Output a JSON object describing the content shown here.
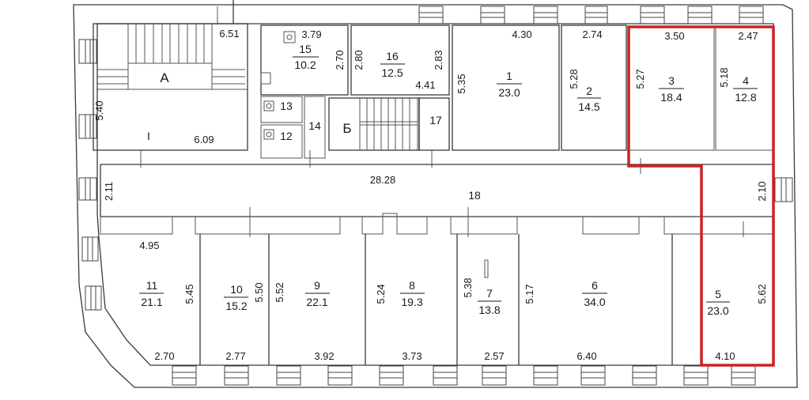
{
  "plan": {
    "highlight_color": "#cc2222",
    "wall_color": "#3a3a3a",
    "rooms": [
      {
        "id": "1",
        "number": "1",
        "area": "23.0",
        "dims": [
          "4.30",
          "5.35"
        ]
      },
      {
        "id": "2",
        "number": "2",
        "area": "14.5",
        "dims": [
          "2.74",
          "5.28"
        ]
      },
      {
        "id": "3",
        "number": "3",
        "area": "18.4",
        "dims": [
          "3.50",
          "5.27"
        ],
        "highlighted": true
      },
      {
        "id": "4",
        "number": "4",
        "area": "12.8",
        "dims": [
          "2.47",
          "5.18"
        ],
        "highlighted": true
      },
      {
        "id": "5",
        "number": "5",
        "area": "23.0",
        "dims": [
          "4.10",
          "5.62"
        ],
        "highlighted": true
      },
      {
        "id": "6",
        "number": "6",
        "area": "34.0",
        "dims": [
          "6.40",
          "5.17"
        ]
      },
      {
        "id": "7",
        "number": "7",
        "area": "13.8",
        "dims": [
          "2.57",
          "5.38"
        ]
      },
      {
        "id": "8",
        "number": "8",
        "area": "19.3",
        "dims": [
          "3.73",
          "5.24"
        ]
      },
      {
        "id": "9",
        "number": "9",
        "area": "22.1",
        "dims": [
          "3.92",
          "5.52"
        ]
      },
      {
        "id": "10",
        "number": "10",
        "area": "15.2",
        "dims": [
          "2.77",
          "5.50"
        ]
      },
      {
        "id": "11",
        "number": "11",
        "area": "21.1",
        "dims": [
          "4.95",
          "2.70",
          "5.45"
        ]
      },
      {
        "id": "12",
        "number": "12"
      },
      {
        "id": "13",
        "number": "13"
      },
      {
        "id": "14",
        "number": "14"
      },
      {
        "id": "15",
        "number": "15",
        "area": "10.2",
        "dims": [
          "3.79",
          "2.70"
        ]
      },
      {
        "id": "16",
        "number": "16",
        "area": "12.5",
        "dims": [
          "2.80",
          "2.83",
          "4.41"
        ]
      },
      {
        "id": "17",
        "number": "17"
      },
      {
        "id": "18",
        "number": "18",
        "dims": [
          "28.28",
          "2.11",
          "2.10"
        ]
      },
      {
        "id": "I",
        "number": "I",
        "dims": [
          "6.51",
          "5.40",
          "6.09"
        ]
      }
    ],
    "stairs": [
      {
        "id": "A",
        "label": "А"
      },
      {
        "id": "B",
        "label": "Б"
      }
    ]
  }
}
